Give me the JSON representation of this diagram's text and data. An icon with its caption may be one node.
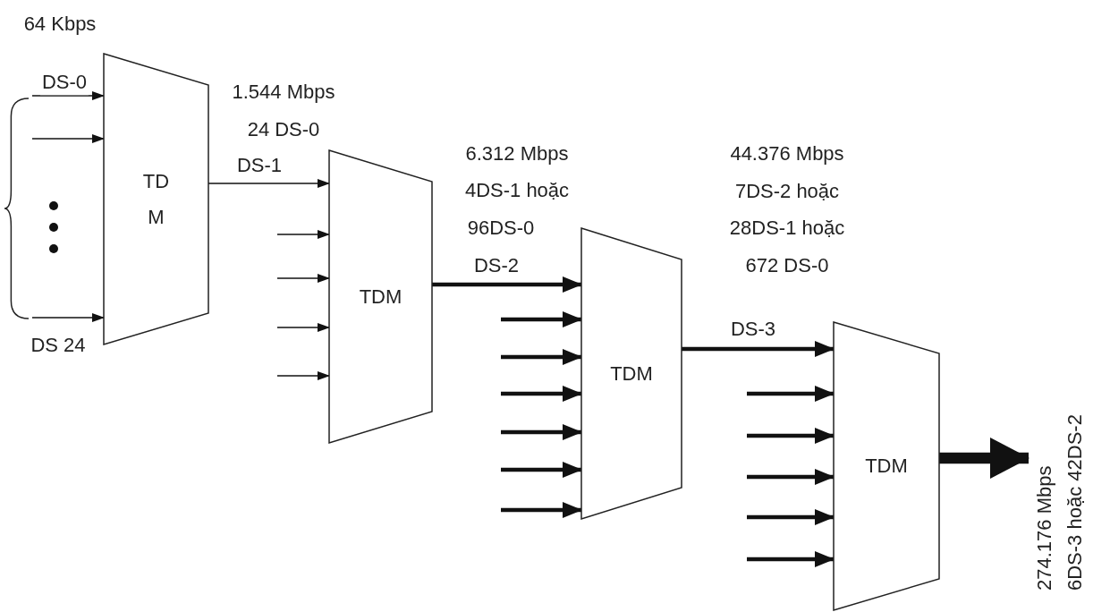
{
  "diagram": {
    "nodes": [
      {
        "text": [],
        "shape": "bracket"
      },
      {
        "text": [
          "TD M"
        ]
      },
      {
        "text": [
          "TDM"
        ]
      },
      {
        "text": [
          "TDM"
        ]
      },
      {
        "text": [
          "TDM"
        ]
      },
      {
        "text": [
          "274.176 Mbps",
          "6DS-3 hoặc 42DS-2"
        ]
      }
    ],
    "edges": [
      {
        "from": 0,
        "to": 1,
        "arrow": "to",
        "label": "DS-0"
      },
      {
        "from": 0,
        "to": 1,
        "arrow": "to"
      },
      {
        "from": 0,
        "to": 1,
        "arrow": "to",
        "label": "DS 24"
      },
      {
        "from": 1,
        "to": 2,
        "arrow": "to",
        "label": "DS-1"
      },
      {
        "from": null,
        "to": 2,
        "arrow": "to"
      },
      {
        "from": null,
        "to": 2,
        "arrow": "to"
      },
      {
        "from": null,
        "to": 2,
        "arrow": "to"
      },
      {
        "from": null,
        "to": 2,
        "arrow": "to"
      },
      {
        "from": 2,
        "to": 3,
        "arrow": "to",
        "label": "DS-2"
      },
      {
        "from": null,
        "to": 3,
        "arrow": "to"
      },
      {
        "from": null,
        "to": 3,
        "arrow": "to"
      },
      {
        "from": null,
        "to": 3,
        "arrow": "to"
      },
      {
        "from": null,
        "to": 3,
        "arrow": "to"
      },
      {
        "from": null,
        "to": 3,
        "arrow": "to"
      },
      {
        "from": null,
        "to": 3,
        "arrow": "to"
      },
      {
        "from": 3,
        "to": 4,
        "arrow": "to",
        "label": "DS-3"
      },
      {
        "from": null,
        "to": 4,
        "arrow": "to"
      },
      {
        "from": null,
        "to": 4,
        "arrow": "to"
      },
      {
        "from": null,
        "to": 4,
        "arrow": "to"
      },
      {
        "from": null,
        "to": 4,
        "arrow": "to"
      },
      {
        "from": null,
        "to": 4,
        "arrow": "to"
      },
      {
        "from": 4,
        "to": 5,
        "arrow": "to",
        "style": "thick"
      }
    ],
    "labels": [
      "64 Kbps",
      "1.544 Mbps",
      "24 DS-0",
      "6.312 Mbps",
      "4DS-1 hoặc",
      "96DS-0",
      "44.376 Mbps",
      "7DS-2 hoặc",
      "28DS-1 hoặc",
      "672 DS-0"
    ]
  }
}
